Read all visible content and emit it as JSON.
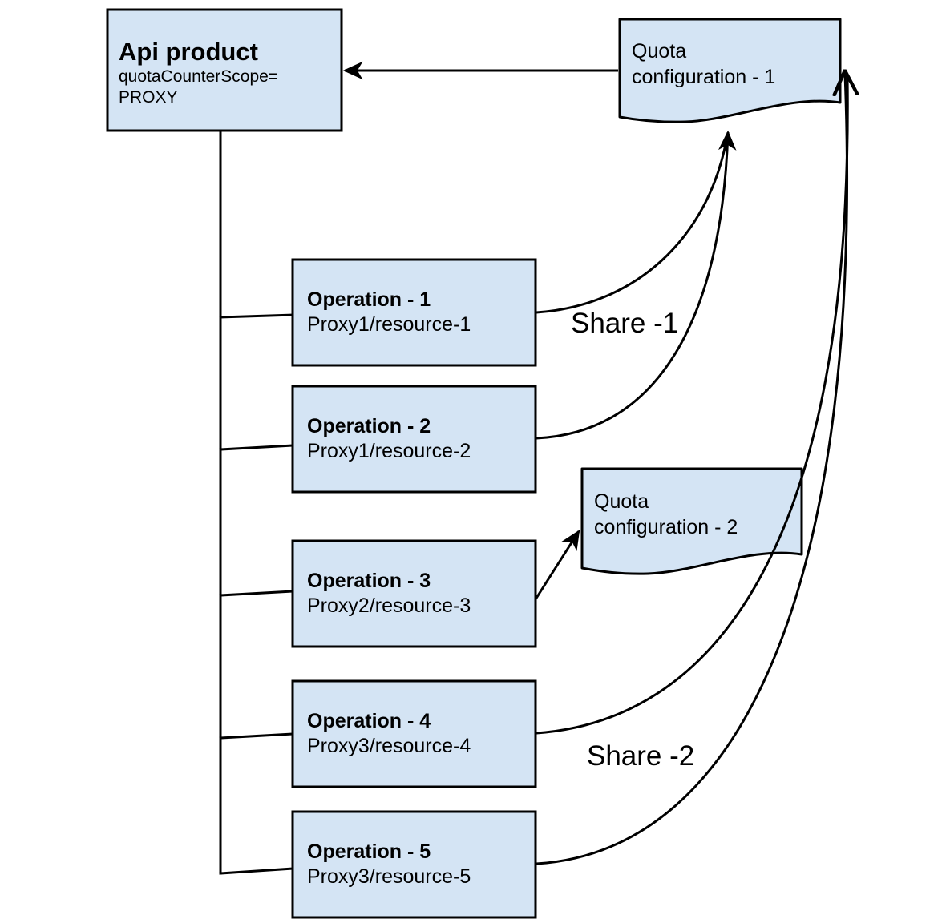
{
  "diagram": {
    "title_node": {
      "name": "api-product",
      "title": "Api product",
      "subtitle_line1": "quotaCounterScope=",
      "subtitle_line2": "PROXY"
    },
    "quota_configs": [
      {
        "name": "quota-configuration-1",
        "line1": "Quota",
        "line2": "configuration - 1"
      },
      {
        "name": "quota-configuration-2",
        "line1": "Quota",
        "line2": "configuration - 2"
      }
    ],
    "operations": [
      {
        "title": "Operation - 1",
        "path": "Proxy1/resource-1"
      },
      {
        "title": "Operation - 2",
        "path": "Proxy1/resource-2"
      },
      {
        "title": "Operation - 3",
        "path": "Proxy2/resource-3"
      },
      {
        "title": "Operation - 4",
        "path": "Proxy3/resource-4"
      },
      {
        "title": "Operation - 5",
        "path": "Proxy3/resource-5"
      }
    ],
    "edge_labels": [
      {
        "name": "share-1-label",
        "text": "Share -1"
      },
      {
        "name": "share-2-label",
        "text": "Share -2"
      }
    ],
    "colors": {
      "node_fill": "#d4e4f4",
      "node_stroke": "#000000",
      "edge_stroke": "#000000",
      "background": "#ffffff"
    }
  }
}
